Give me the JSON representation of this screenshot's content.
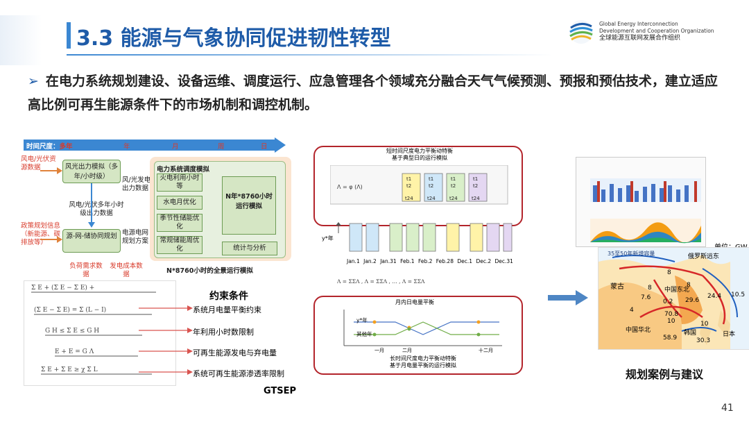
{
  "header": {
    "title": "3.3 能源与气象协同促进韧性转型",
    "org_en_line1": "Global Energy Interconnection",
    "org_en_line2": "Development and Cooperation Organization",
    "org_cn": "全球能源互联网发展合作组织"
  },
  "bullet": {
    "text": "在电力系统规划建设、设备运维、调度运行、应急管理各个领域充分融合天气气候预测、预报和预估技术，建立适应高比例可再生能源条件下的市场机制和调控机制。"
  },
  "left_panel": {
    "timescale_label": "时间尺度：",
    "timescale_items": [
      "多年",
      "年",
      "月",
      "周",
      "日"
    ],
    "input_wind_solar": "风电/光伏资源数据",
    "box_wind_solar": "风光出力模拟（多年/小时级）",
    "label_wind_pv_output": "风/光发电出力数据",
    "label_multi_year": "风电/光伏多年小时级出力数据",
    "input_policy": "政策规划信息（新能源、碳排放等）",
    "box_source_grid": "源-网-储协同规划",
    "label_grid_plan": "电源电网规划方案",
    "input_load": "负荷需求数据",
    "input_cost": "发电成本数据",
    "dispatch_title": "电力系统调度模拟",
    "dispatch_items": [
      "火电利用小时等",
      "水电月优化",
      "季节性储能优化",
      "常规储能周优化"
    ],
    "center_box": "N年*8760小时运行模拟",
    "stats_box": "统计与分析",
    "bottom_label": "N*8760小时的全景运行模拟",
    "constraints_title": "约束条件",
    "constraints": [
      "系统月电量平衡约束",
      "年利用小时数限制",
      "可再生能源发电与弃电量",
      "系统可再生能源渗透率限制"
    ],
    "tool_label": "GTSEP"
  },
  "middle_panel": {
    "top_caption_1": "短时间尺度电力平衡动特衡",
    "top_caption_2": "基于典型日的运行模拟",
    "year_label": "y*年",
    "months": [
      "Jan.1",
      "Jan.2",
      "Jan.31",
      "Feb.1",
      "Feb.2",
      "Feb.28",
      "Dec.1",
      "Dec.2",
      "Dec.31"
    ],
    "bottom_chart_title": "月内日电量平衡",
    "bottom_legend": [
      "y*年",
      "其他年"
    ],
    "bottom_axis": [
      "一月",
      "二月",
      "十二月"
    ],
    "bottom_caption_1": "长时间尺度电力平衡动特衡",
    "bottom_caption_2": "基于月电量平衡的运行模拟"
  },
  "right_panel": {
    "unit_label": "单位：GW",
    "map_title": "35至50年新增容量",
    "regions": [
      "俄罗斯远东",
      "蒙古",
      "中国东北",
      "中国华北",
      "韩国",
      "日本"
    ],
    "values": [
      "8",
      "29.6",
      "7.6",
      "0.2",
      "24.4",
      "10.5",
      "70.8",
      "10",
      "10",
      "58.9",
      "30.3",
      "4",
      "8",
      "8"
    ],
    "caption": "规划案例与建议"
  },
  "page": {
    "number": "41"
  },
  "colors": {
    "title": "#1e5ba8",
    "accent_red": "#b3242b",
    "arrow_blue": "#3b87d2"
  }
}
